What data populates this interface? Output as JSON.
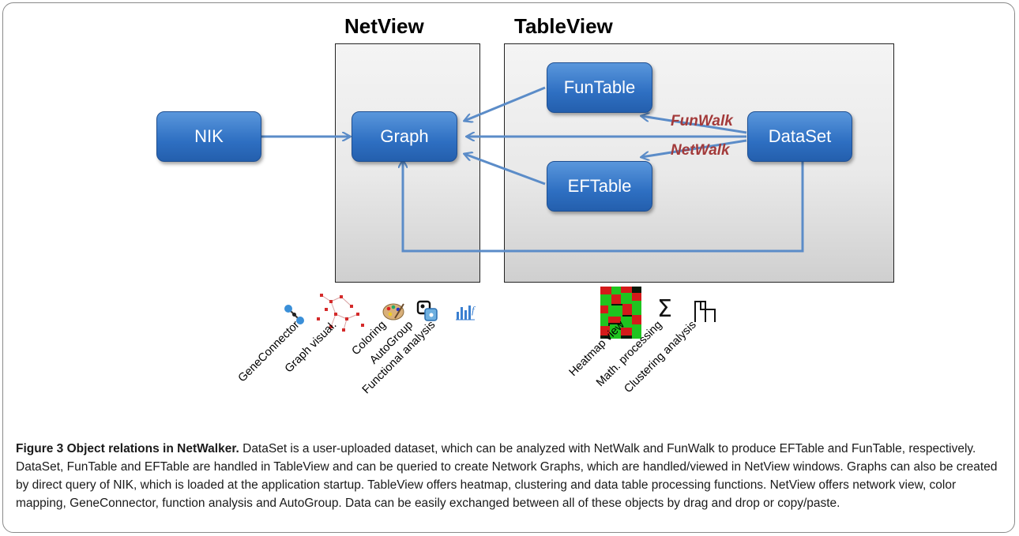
{
  "panels": {
    "netview_title": "NetView",
    "tableview_title": "TableView"
  },
  "nodes": {
    "nik": "NIK",
    "graph": "Graph",
    "funtable": "FunTable",
    "eftable": "EFTable",
    "dataset": "DataSet"
  },
  "walks": {
    "funwalk": "FunWalk",
    "netwalk": "NetWalk"
  },
  "netview_tools": [
    "GeneConnector",
    "Graph visual.",
    "Coloring",
    "AutoGroup",
    "Functional analysis"
  ],
  "tableview_tools": [
    "Heatmap view",
    "Math. processing",
    "Clustering analysis"
  ],
  "tool_icons": {
    "math": "Σ"
  },
  "caption": {
    "label": "Figure 3 Object relations in NetWalker.",
    "text": " DataSet is a user-uploaded dataset, which can be analyzed with NetWalk and FunWalk to produce EFTable and FunTable, respectively. DataSet, FunTable and EFTable are handled in TableView and can be queried to create Network Graphs, which are handled/viewed in NetView windows. Graphs can also be created by direct query of NIK, which is loaded at the application startup. TableView offers heatmap, clustering and data table processing functions. NetView offers network view, color mapping, GeneConnector, function analysis and AutoGroup. Data can be easily exchanged between all of these objects by drag and drop or copy/paste."
  },
  "colors": {
    "node_fill": "#2e6fc2",
    "arrow": "#5b8cc8",
    "walk_text": "#a33a3a"
  }
}
